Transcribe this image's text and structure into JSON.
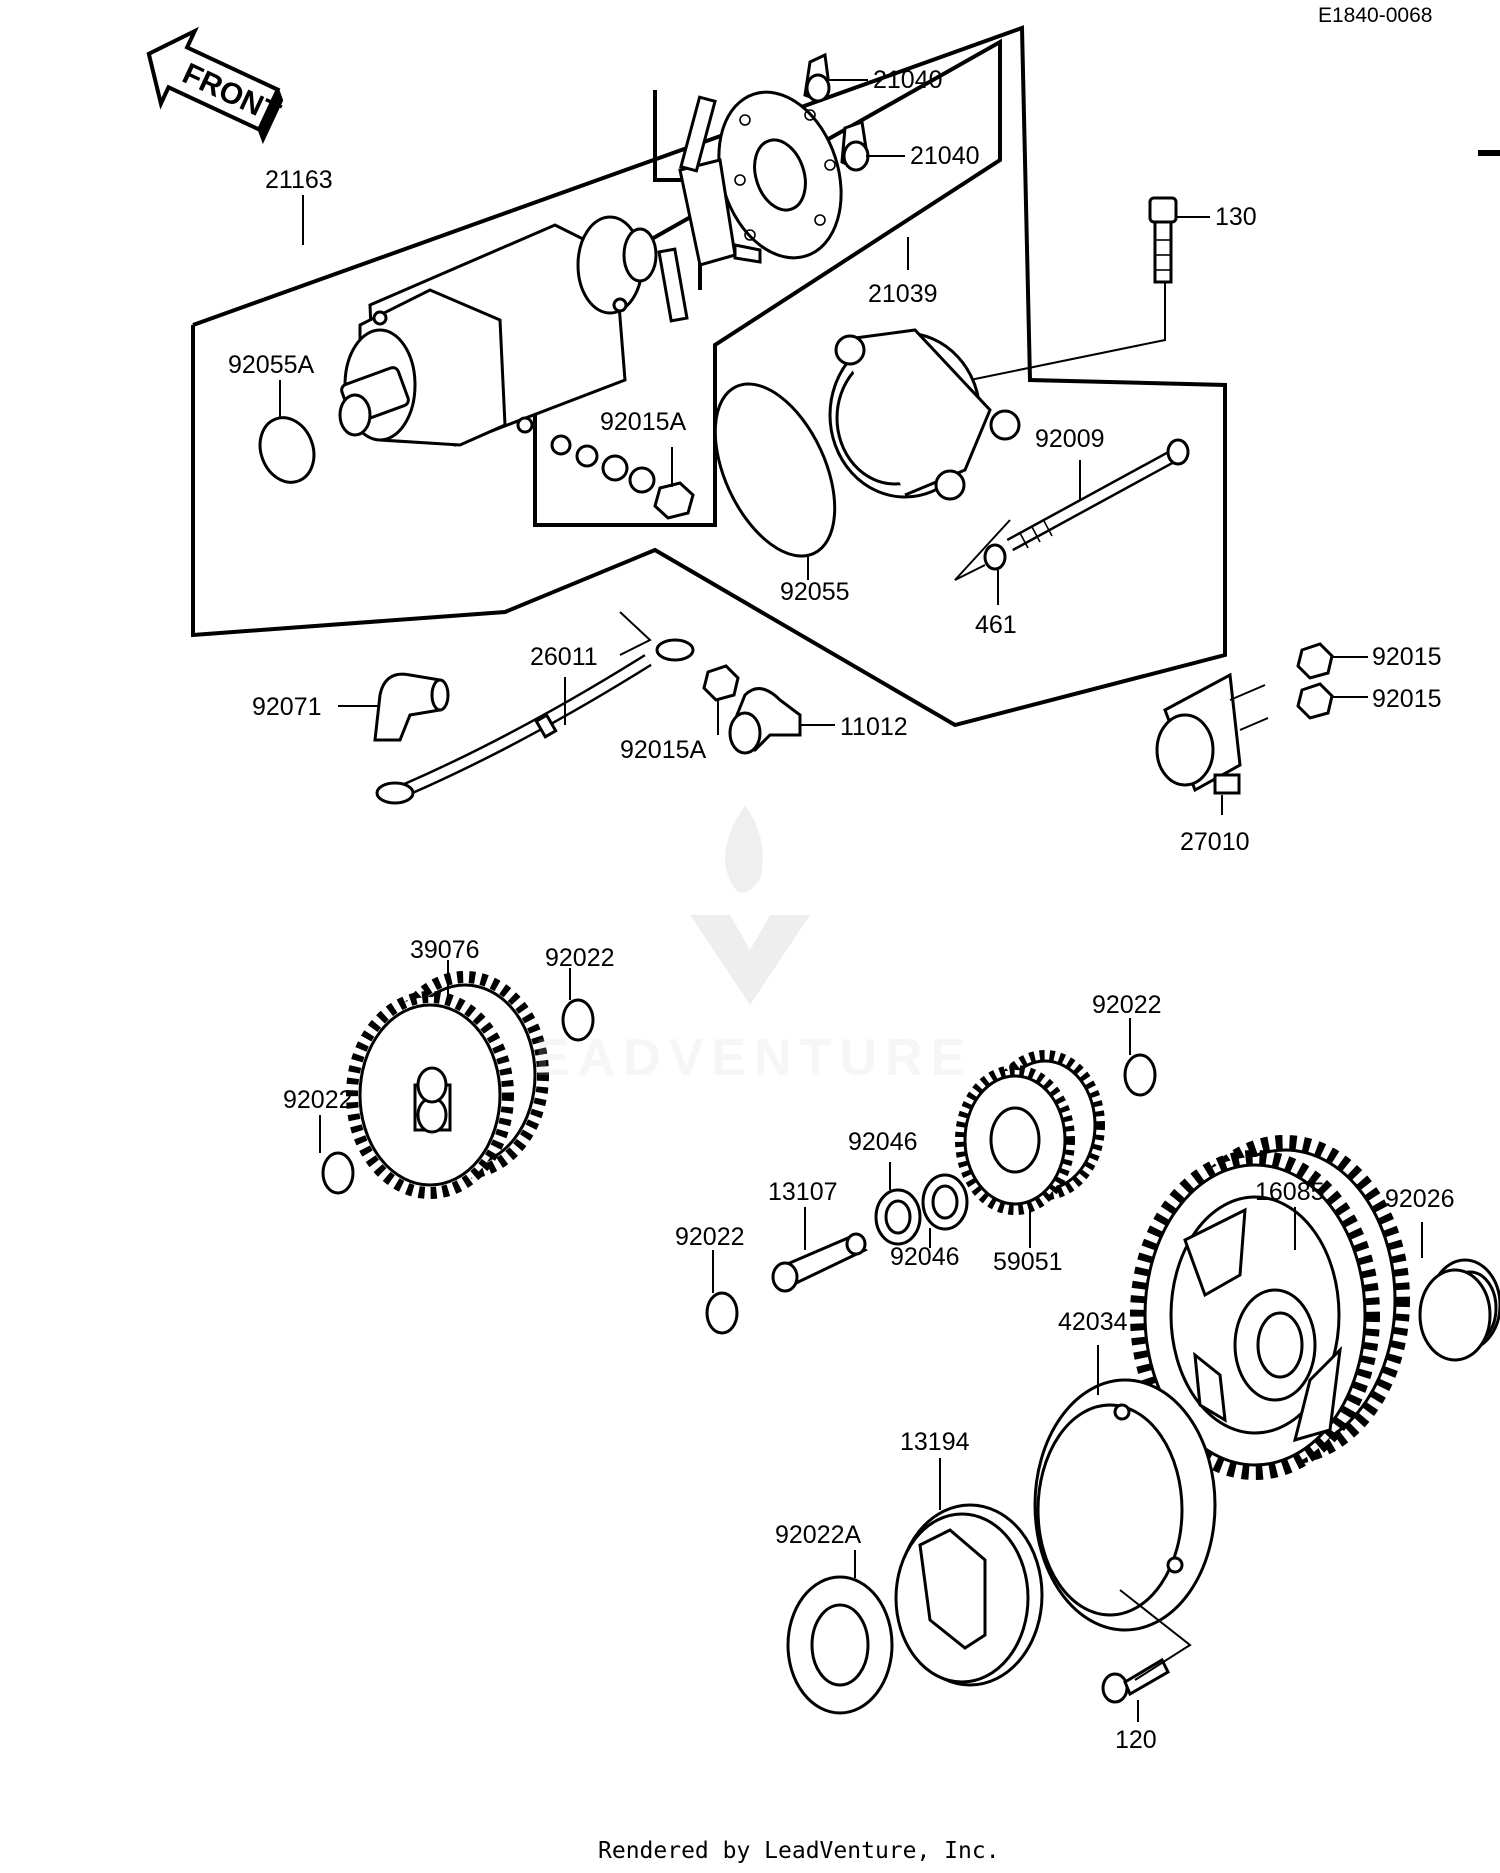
{
  "diagram_ref": "E1840-0068",
  "front_label": "FRONT",
  "footer": "Rendered by LeadVenture, Inc.",
  "watermark": "EADVENTURE",
  "labels": {
    "p21040a": "21040",
    "p21040b": "21040",
    "p21163": "21163",
    "p130": "130",
    "p21039": "21039",
    "p92055A": "92055A",
    "p92015A_top": "92015A",
    "p92009": "92009",
    "p92055": "92055",
    "p461": "461",
    "p26011": "26011",
    "p92015a": "92015",
    "p92015b": "92015",
    "p92071": "92071",
    "p11012": "11012",
    "p92015A_bottom": "92015A",
    "p27010": "27010",
    "p39076": "39076",
    "p92022a": "92022",
    "p92022b": "92022",
    "p92022c": "92022",
    "p92022d": "92022",
    "p92046a": "92046",
    "p92046b": "92046",
    "p13107": "13107",
    "p59051": "59051",
    "p16085": "16085",
    "p92026": "92026",
    "p42034": "42034",
    "p13194": "13194",
    "p92022A": "92022A",
    "p120": "120"
  }
}
